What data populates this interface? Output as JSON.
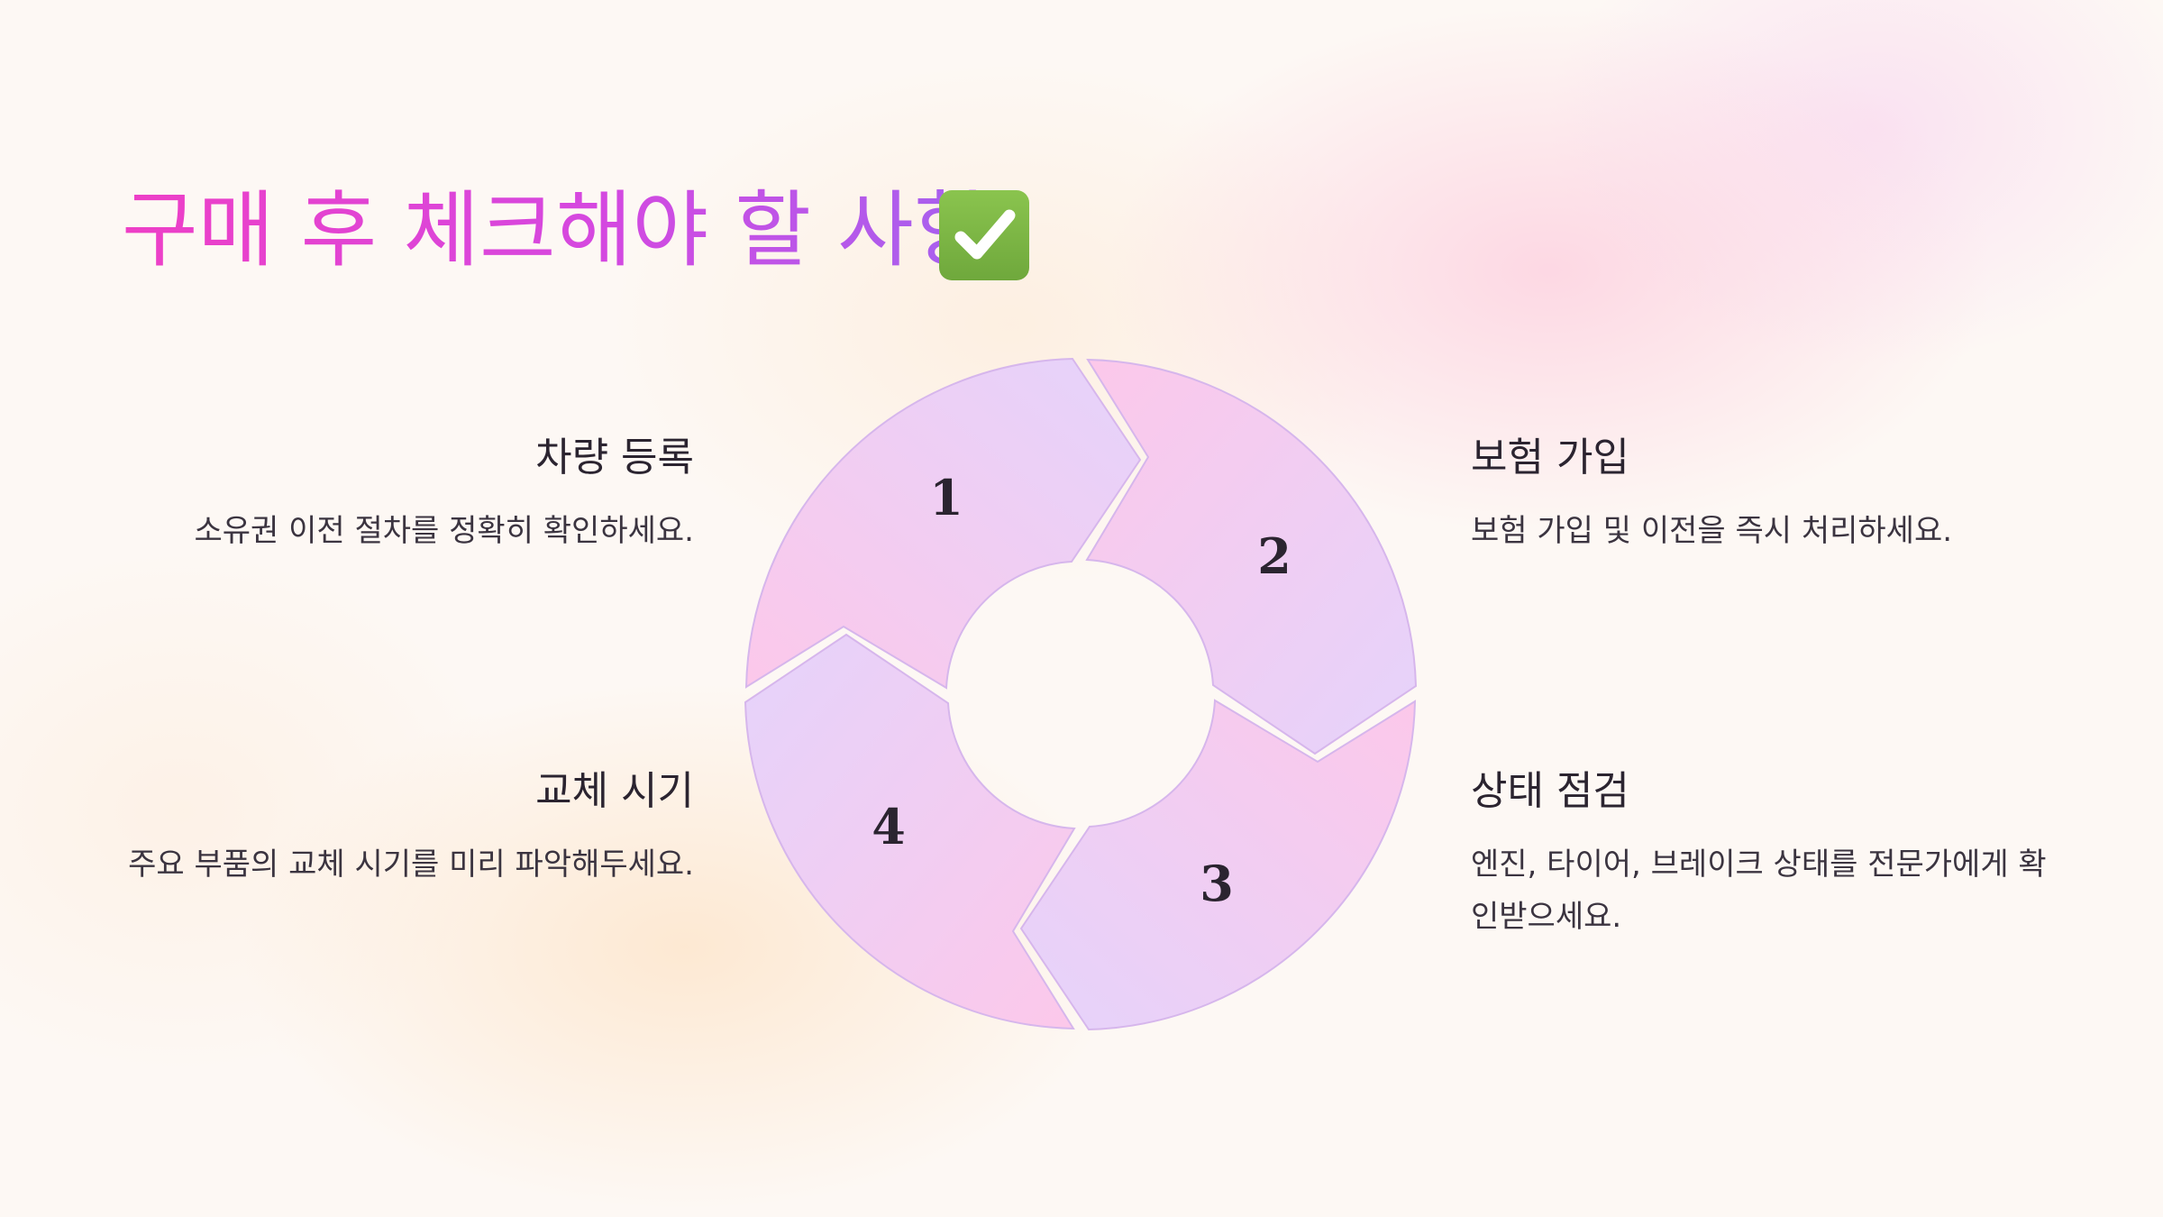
{
  "title": {
    "text": "구매 후 체크해야 할 사항",
    "icon": "white-check-mark-icon",
    "gradient": [
      "#ee3fc6",
      "#a462ef"
    ]
  },
  "cycle": {
    "segments": [
      {
        "number": "1"
      },
      {
        "number": "2"
      },
      {
        "number": "3"
      },
      {
        "number": "4"
      }
    ],
    "colors": [
      "#e6d2fb",
      "#fbcbea"
    ]
  },
  "steps": [
    {
      "heading": "차량 등록",
      "description": "소유권 이전 절차를 정확히 확인하세요."
    },
    {
      "heading": "보험 가입",
      "description": "보험 가입 및 이전을 즉시 처리하세요."
    },
    {
      "heading": "상태 점검",
      "description": "엔진, 타이어, 브레이크 상태를 전문가에게 확인받으세요."
    },
    {
      "heading": "교체 시기",
      "description": "주요 부품의 교체 시기를 미리 파악해두세요."
    }
  ]
}
